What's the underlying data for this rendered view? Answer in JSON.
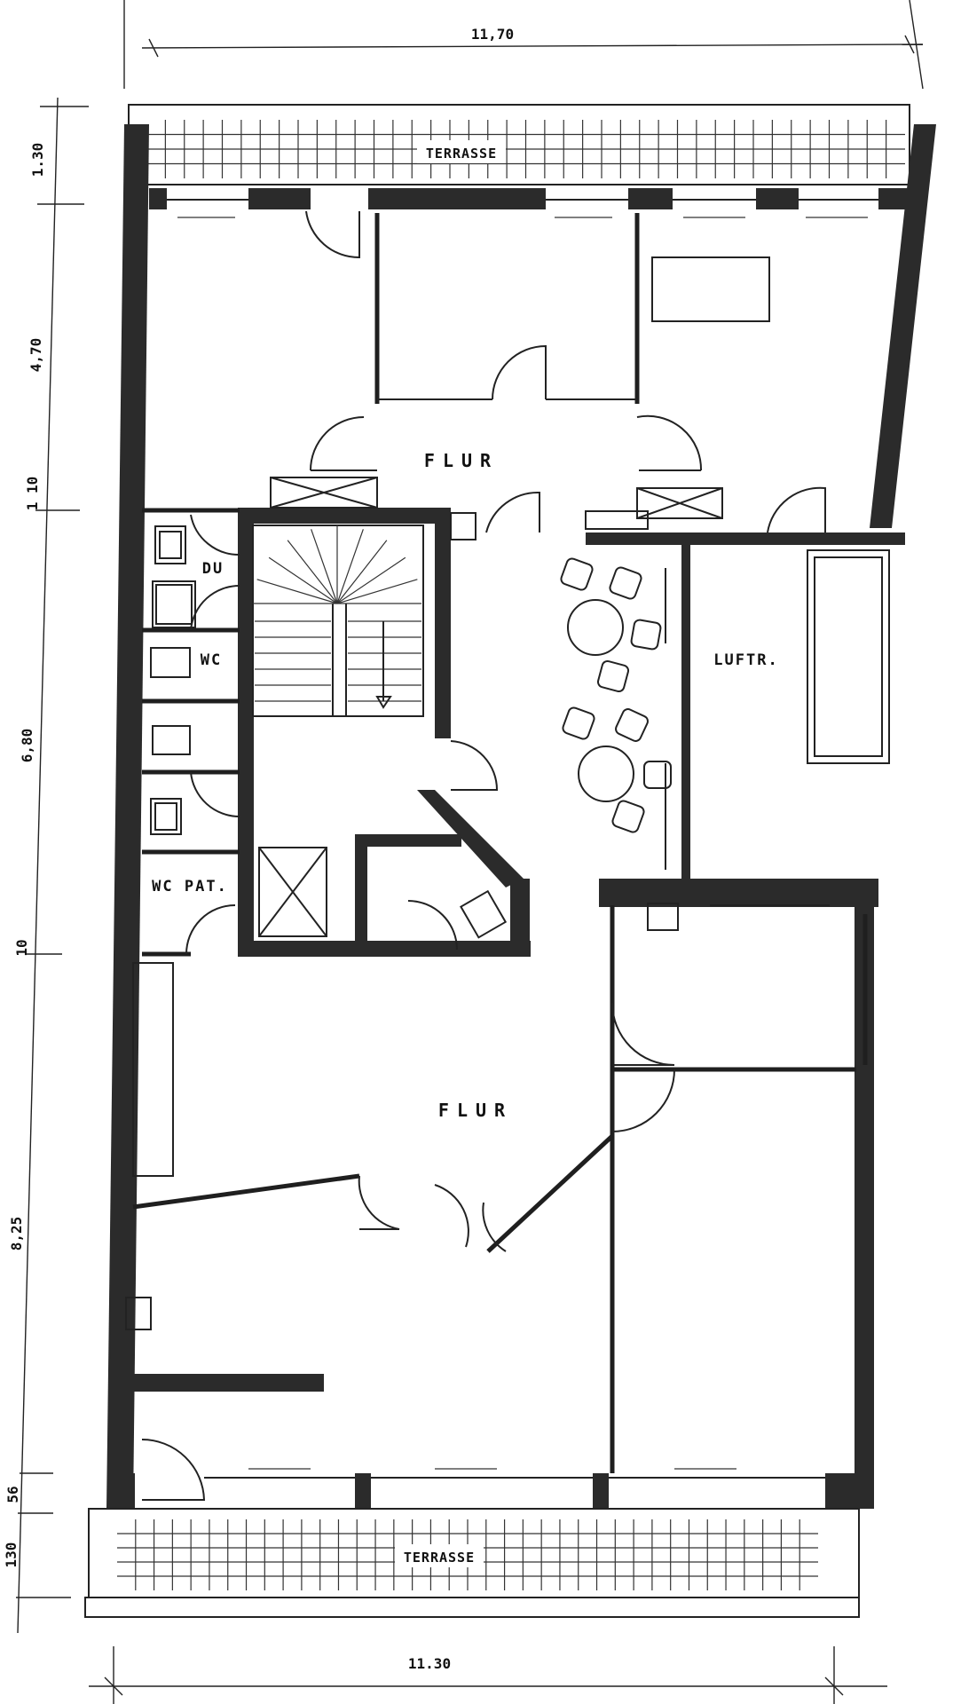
{
  "plan": {
    "dimensions": {
      "top_width": "11,70",
      "bottom_width": "11.30",
      "side": [
        "1.30",
        "4,70",
        "1 10",
        "6,80",
        "10",
        "8,25",
        "56",
        "130"
      ]
    },
    "rooms": {
      "terrace_top": "TERRASSE",
      "terrace_bottom": "TERRASSE",
      "flur_upper": "FLUR",
      "flur_lower": "FLUR",
      "du": "DU",
      "wc": "WC",
      "wc_pat": "WC PAT.",
      "luftr": "LUFTR."
    }
  }
}
